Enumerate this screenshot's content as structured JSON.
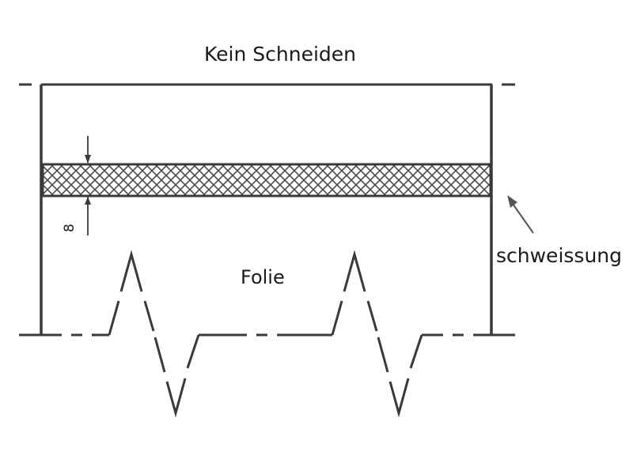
{
  "diagram": {
    "title": "Kein Schneiden",
    "film_label": "Folie",
    "weld_label": "schweissung",
    "dimension_value": "8",
    "colors": {
      "line": "#3a3a3a",
      "hatch": "#4a4a4a",
      "text": "#1a1a1a",
      "background": "#ffffff"
    }
  }
}
